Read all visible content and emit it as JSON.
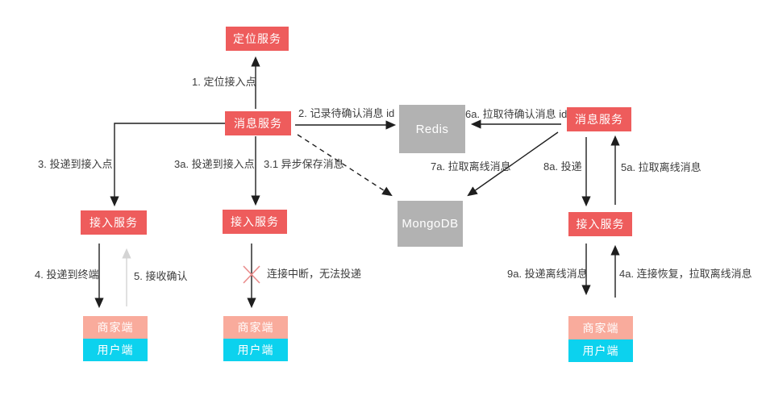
{
  "nodes": {
    "locate_service": {
      "label": "定位服务"
    },
    "message_service_left": {
      "label": "消息服务"
    },
    "message_service_right": {
      "label": "消息服务"
    },
    "redis": {
      "label": "Redis"
    },
    "mongodb": {
      "label": "MongoDB"
    },
    "access_service_left": {
      "label": "接入服务"
    },
    "access_service_mid": {
      "label": "接入服务"
    },
    "access_service_right": {
      "label": "接入服务"
    },
    "merchant_left": {
      "label": "商家端"
    },
    "user_left": {
      "label": "用户端"
    },
    "merchant_mid": {
      "label": "商家端"
    },
    "user_mid": {
      "label": "用户端"
    },
    "merchant_right": {
      "label": "商家端"
    },
    "user_right": {
      "label": "用户端"
    }
  },
  "edge_labels": {
    "step1": "1. 定位接入点",
    "step2": "2. 记录待确认消息 id",
    "step3": "3. 投递到接入点",
    "step3a": "3a. 投递到接入点",
    "step3_1": "3.1 异步保存消息",
    "step4": "4. 投递到终端",
    "step5": "5. 接收确认",
    "fail": "连接中断，无法投递",
    "step4a": "4a. 连接恢复，拉取离线消息",
    "step5a": "5a. 拉取离线消息",
    "step6a": "6a. 拉取待确认消息 id",
    "step7a": "7a. 拉取离线消息",
    "step8a": "8a. 投递",
    "step9a": "9a. 投递离线消息"
  },
  "colors": {
    "service_red": "#ee5c5c",
    "db_gray": "#b2b2b2",
    "merchant_salmon": "#f9ab9c",
    "user_cyan": "#0cd2ee",
    "arrow_black": "#1e1e1e",
    "arrow_light_gray": "#d4d4d4",
    "fail_x_red": "#e98b8b",
    "label_text": "#3c3c3c",
    "background": "#ffffff"
  }
}
